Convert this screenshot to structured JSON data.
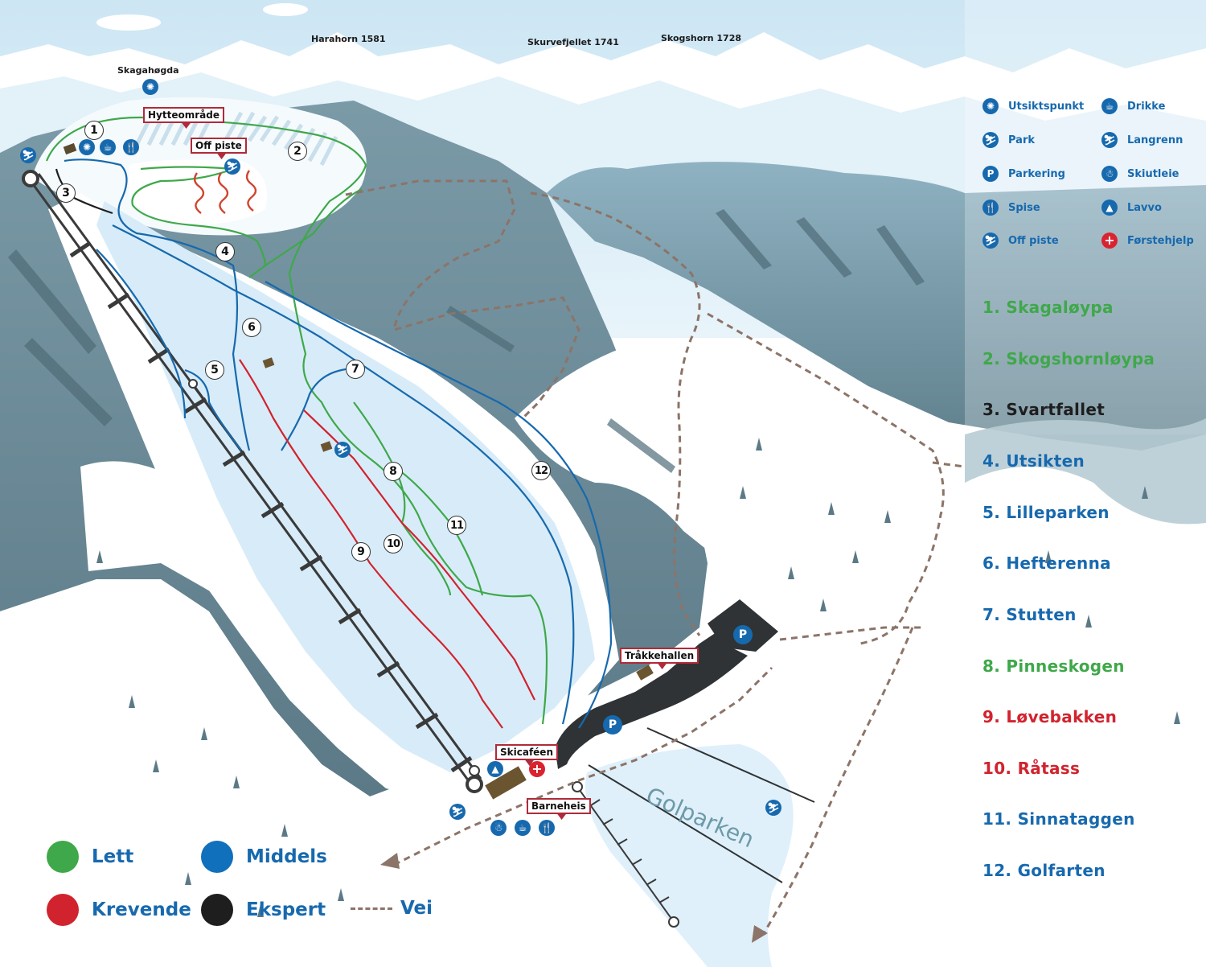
{
  "peaks": [
    {
      "label": "Harahorn 1581"
    },
    {
      "label": "Skurvefjellet 1741"
    },
    {
      "label": "Skogshorn 1728"
    },
    {
      "label": "Skagahøgda"
    }
  ],
  "place_tags": {
    "hytteomrade": "Hytteområde",
    "off_piste": "Off piste",
    "trakkehallen": "Tråkkehallen",
    "skicafeen": "Skicaféen",
    "barneheis": "Barneheis",
    "golparken": "Golparken"
  },
  "trail_markers": [
    "1",
    "2",
    "3",
    "4",
    "5",
    "6",
    "7",
    "8",
    "9",
    "10",
    "11",
    "12"
  ],
  "map_icons": {
    "parking": "P",
    "first_aid": "+",
    "lavvo": "▲"
  },
  "poi_legend": [
    {
      "icon": "viewpoint-icon",
      "glyph": "✺",
      "label": "Utsiktspunkt"
    },
    {
      "icon": "drink-icon",
      "glyph": "☕",
      "label": "Drikke"
    },
    {
      "icon": "park-icon",
      "glyph": "⛷",
      "label": "Park"
    },
    {
      "icon": "cross-country-icon",
      "glyph": "⛷",
      "label": "Langrenn"
    },
    {
      "icon": "parking-icon",
      "glyph": "P",
      "label": "Parkering"
    },
    {
      "icon": "ski-rental-icon",
      "glyph": "☃",
      "label": "Skiutleie"
    },
    {
      "icon": "food-icon",
      "glyph": "🍴",
      "label": "Spise"
    },
    {
      "icon": "lavvo-icon",
      "glyph": "▲",
      "label": "Lavvo"
    },
    {
      "icon": "off-piste-icon",
      "glyph": "⛷",
      "label": "Off piste"
    },
    {
      "icon": "first-aid-icon",
      "glyph": "+",
      "label": "Førstehjelp"
    }
  ],
  "runs": [
    {
      "label": "1. Skagaløypa",
      "level": "Lett",
      "color": "#3fa84a"
    },
    {
      "label": "2. Skogshornløypa",
      "level": "Lett",
      "color": "#3fa84a"
    },
    {
      "label": "3. Svartfallet",
      "level": "Ekspert",
      "color": "#1e1e1e"
    },
    {
      "label": "4. Utsikten",
      "level": "Middels",
      "color": "#1769ae"
    },
    {
      "label": "5. Lilleparken",
      "level": "Middels",
      "color": "#1769ae"
    },
    {
      "label": "6. Hefterenna",
      "level": "Middels",
      "color": "#1769ae"
    },
    {
      "label": "7. Stutten",
      "level": "Middels",
      "color": "#1769ae"
    },
    {
      "label": "8. Pinneskogen",
      "level": "Lett",
      "color": "#3fa84a"
    },
    {
      "label": "9. Løvebakken",
      "level": "Krevende",
      "color": "#d1232e"
    },
    {
      "label": "10. Råtass",
      "level": "Krevende",
      "color": "#d1232e"
    },
    {
      "label": "11. Sinnataggen",
      "level": "Middels",
      "color": "#1769ae"
    },
    {
      "label": "12. Golfarten",
      "level": "Middels",
      "color": "#1769ae"
    }
  ],
  "difficulty_legend": [
    {
      "label": "Lett",
      "color": "#3fa84a"
    },
    {
      "label": "Middels",
      "color": "#1170bc"
    },
    {
      "label": "Krevende",
      "color": "#d1232e"
    },
    {
      "label": "Ekspert",
      "color": "#1e1e1e"
    },
    {
      "label": "Vei",
      "color": "#8c7468"
    }
  ],
  "colors": {
    "sky": "#cfe7f4",
    "snow": "#ffffff",
    "piste": "#d7ecf8",
    "forest": "#6f8f9c",
    "forest_dark": "#55737f",
    "road": "#8c7468",
    "parking_lot": "#2f3335",
    "accent_blue": "#1769ae",
    "tag_border": "#b02a3a"
  }
}
